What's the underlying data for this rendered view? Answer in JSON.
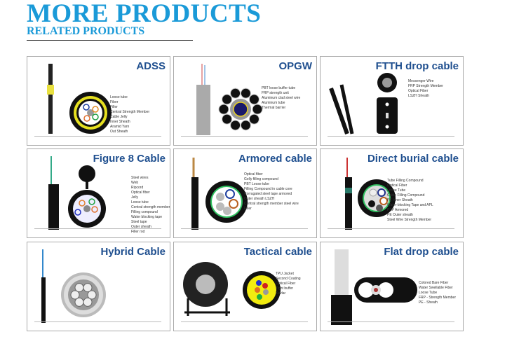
{
  "header": {
    "title": "MORE PRODUCTS",
    "subtitle": "RELATED PRODUCTS"
  },
  "accent": "#1a9ad8",
  "products": [
    {
      "title": "ADSS",
      "labels": [
        "Loose tube",
        "Fiber",
        "Filler",
        "Central Strength Member",
        "Cable Jelly",
        "Inner Sheath",
        "Aramid Yarn",
        "Out Sheath"
      ]
    },
    {
      "title": "OPGW",
      "labels": [
        "PBT loose buffer tube",
        "FRP strength unit",
        "Aluminum clad steel wire",
        "Aluminum tube",
        "Thermal barrier"
      ]
    },
    {
      "title": "FTTH drop cable",
      "labels": [
        "Messenger Wire",
        "FRP Strength Member",
        "Optical Fiber",
        "LSZH Sheath"
      ]
    },
    {
      "title": "Figure 8 Cable",
      "labels": [
        "Steel wires",
        "Web",
        "Ripcord",
        "Optical fiber",
        "Jelly",
        "Loose tube",
        "Central strength member",
        "Filling compound",
        "Water blocking tape",
        "Steel tape",
        "Outer sheath",
        "Filler rod"
      ]
    },
    {
      "title": "Armored cable",
      "labels": [
        "Optical fiber",
        "Gelly filling compound",
        "PBT Loose tube",
        "Filling Compound in cable core",
        "Corrugated steel tape armored",
        "Outer sheath LSZH",
        "Central strength member steel wire",
        "Filler"
      ]
    },
    {
      "title": "Direct burial cable",
      "labels": [
        "Tube Filling Compound",
        "Optical Fiber",
        "Loose Tube",
        "Cable Filling Compound",
        "PE Inner Sheath",
        "Water-blocking Tape and APL",
        "PSP Armored",
        "PE Outer sheath",
        "Steel Wire Strength Member"
      ]
    },
    {
      "title": "Hybrid Cable",
      "labels": []
    },
    {
      "title": "Tactical cable",
      "labels": [
        "TPU Jacket",
        "Second Coating",
        "Optical Fiber",
        "Tight buffer",
        "Kevlar"
      ]
    },
    {
      "title": "Flat drop cable",
      "labels": [
        "Colored Bare Fiber",
        "Water Swellable Fiber",
        "Loose Tube",
        "FRP - Strength Member",
        "PE - Sheath"
      ]
    }
  ]
}
